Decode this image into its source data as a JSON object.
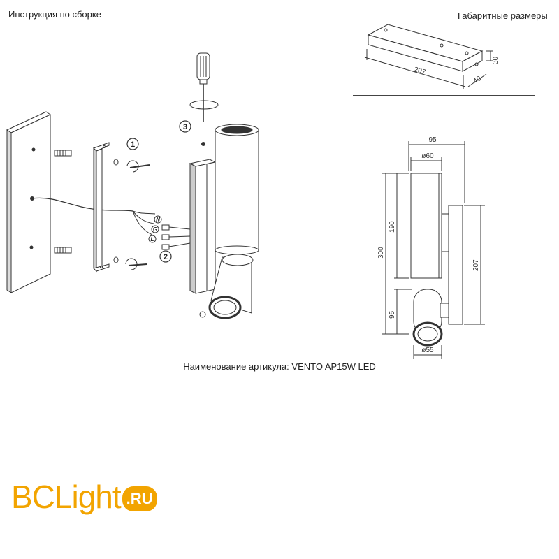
{
  "headers": {
    "assembly": "Инструкция по сборке",
    "dimensions": "Габаритные размеры"
  },
  "article": "Наименование артикула: VENTO AP15W LED",
  "steps": [
    "1",
    "2",
    "3"
  ],
  "wire_labels": [
    "N",
    "G",
    "L"
  ],
  "dims": {
    "box_length": "207",
    "box_depth": "40",
    "box_height": "30",
    "total_width": "95",
    "tube_diameter": "ø60",
    "total_height": "300",
    "tube_height": "190",
    "plate_height": "207",
    "spot_height": "95",
    "spot_diameter": "ø55"
  },
  "logo": {
    "prefix": "BC",
    "name": "Light",
    "suffix": ".RU"
  },
  "colors": {
    "line": "#333333",
    "accent": "#f2a400"
  }
}
